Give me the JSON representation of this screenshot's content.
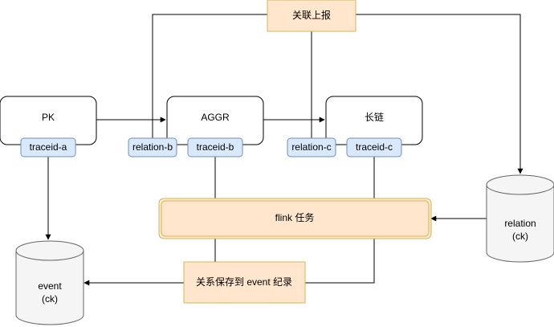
{
  "nodes": {
    "pk": "PK",
    "aggr": "AGGR",
    "long_chain": "长链",
    "flink_task": "flink 任务",
    "report": "关联上报",
    "save": "关系保存到 event 纪录"
  },
  "tags": {
    "traceid_a": "traceid-a",
    "relation_b": "relation-b",
    "traceid_b": "traceid-b",
    "relation_c": "relation-c",
    "traceid_c": "traceid-c"
  },
  "databases": {
    "event": {
      "name": "event",
      "type": "(ck)"
    },
    "relation": {
      "name": "relation",
      "type": "(ck)"
    }
  },
  "colors": {
    "stroke": "#000000",
    "tag_fill": "#dae8fc",
    "tag_stroke": "#6c8ebf",
    "note_fill": "#ffe6cc",
    "note_stroke": "#d6b656",
    "flink_fill": "#ffe6cc",
    "flink_stroke": "#d6b656",
    "db_fill": "#f5f5f5",
    "db_stroke": "#666666"
  }
}
